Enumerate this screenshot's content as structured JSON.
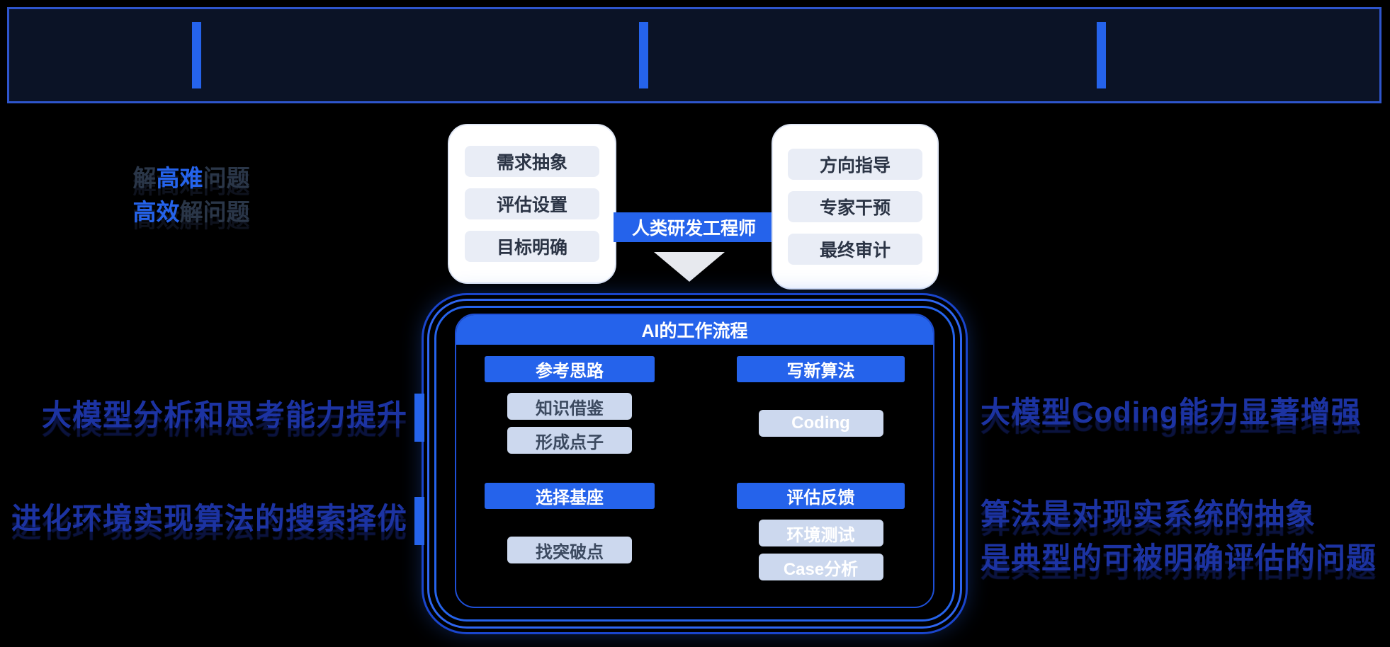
{
  "colors": {
    "accent": "#2563eb",
    "note_text": "#1c33a2",
    "banner_bg": "#0b1326",
    "banner_border": "#2e55cc"
  },
  "intro": {
    "line1": {
      "pre": "解",
      "hl": "高难",
      "post": "问题"
    },
    "line2": {
      "hl": "高效",
      "post": "解问题"
    }
  },
  "human": {
    "label": "人类研发工程师",
    "left_box": {
      "items": [
        "需求抽象",
        "评估设置",
        "目标明确"
      ]
    },
    "right_box": {
      "items": [
        "方向指导",
        "专家干预",
        "最终审计"
      ]
    }
  },
  "workflow": {
    "title": "AI的工作流程",
    "quadrants": [
      {
        "header": "参考思路",
        "items": [
          {
            "label": "知识借鉴"
          },
          {
            "label": "形成点子"
          }
        ]
      },
      {
        "header": "写新算法",
        "items": [
          {
            "label": "Coding"
          }
        ]
      },
      {
        "header": "选择基座",
        "items": [
          {
            "label": "找突破点"
          }
        ]
      },
      {
        "header": "评估反馈",
        "items": [
          {
            "label": "环境测试"
          },
          {
            "label": "Case分析"
          }
        ]
      }
    ]
  },
  "annotations": {
    "left": [
      {
        "text": "大模型分析和思考能力提升"
      },
      {
        "text": "进化环境实现算法的搜索择优"
      }
    ],
    "right": [
      {
        "lines": [
          "大模型Coding能力显著增强"
        ]
      },
      {
        "lines": [
          "算法是对现实系统的抽象",
          "是典型的可被明确评估的问题"
        ]
      }
    ]
  }
}
